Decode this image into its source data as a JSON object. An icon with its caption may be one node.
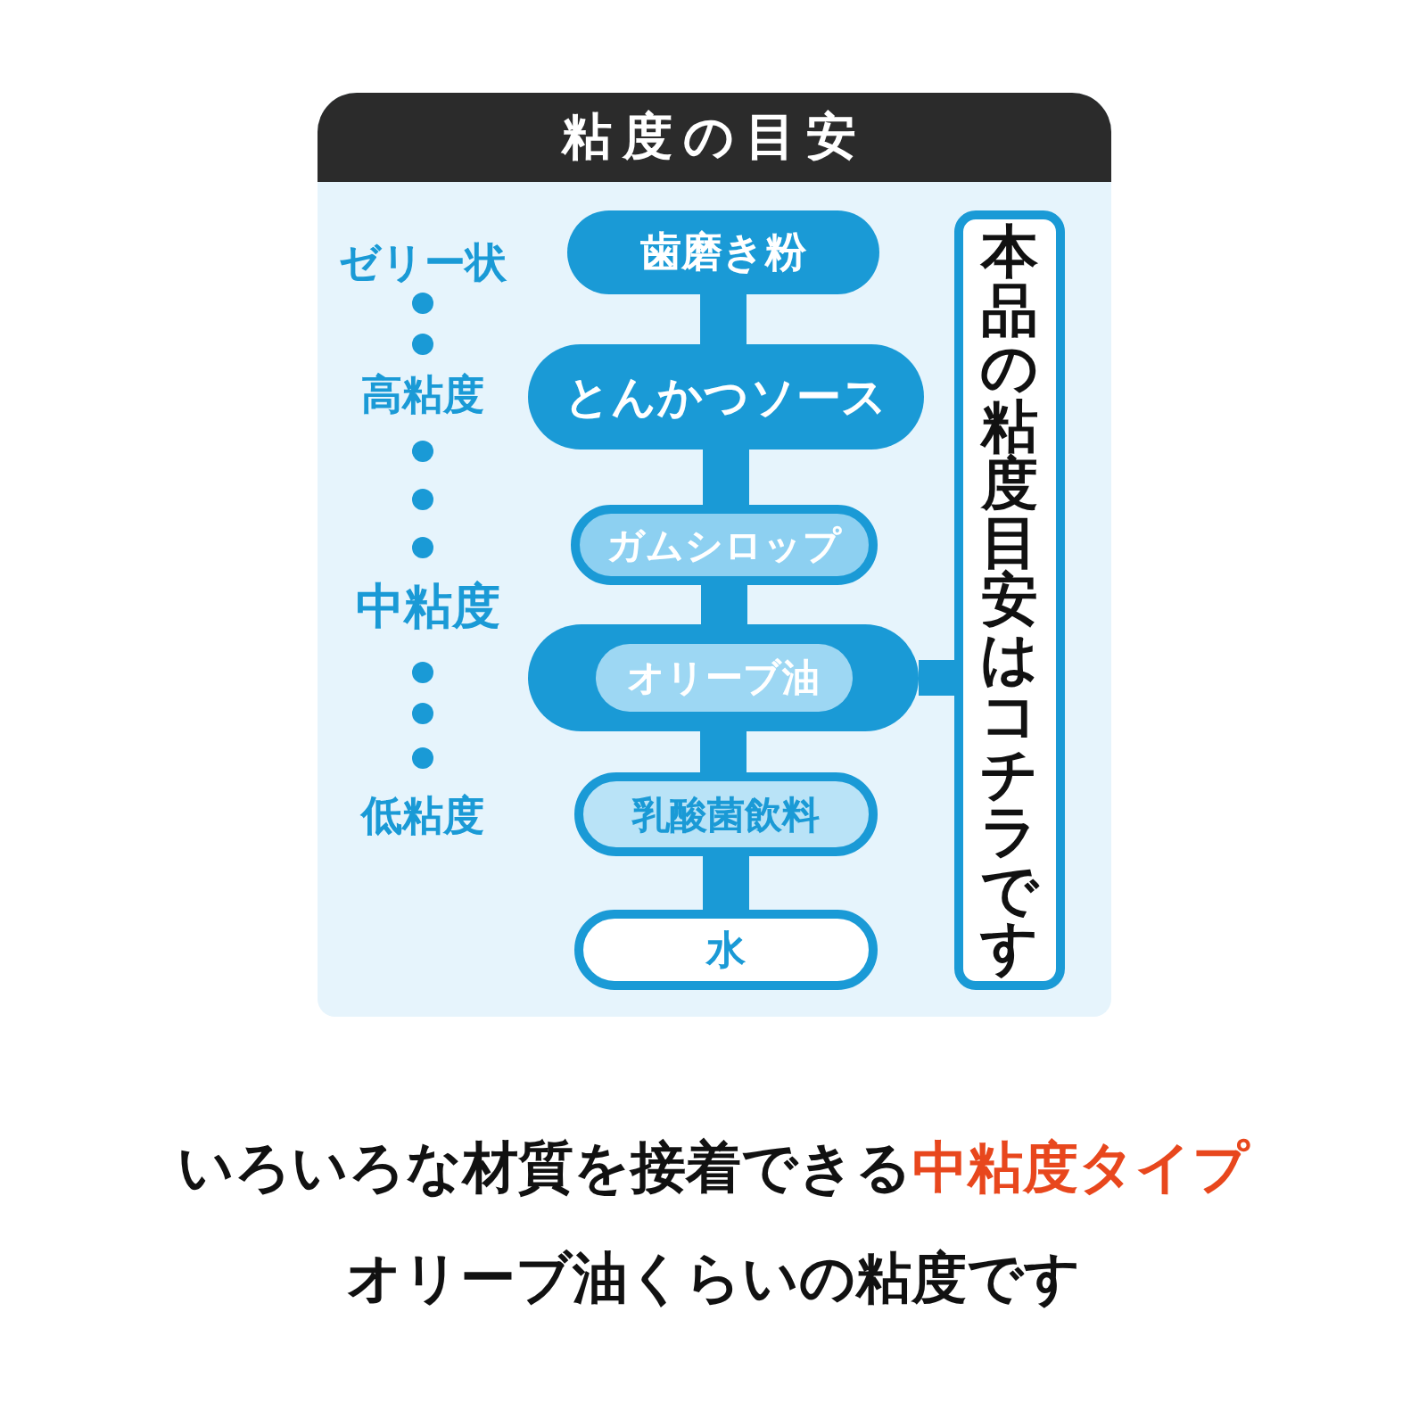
{
  "diagram": {
    "nodes": [
      {
        "text": [
          "粘度の目安"
        ]
      },
      {
        "text": [
          "歯磨き粉"
        ],
        "in": 0
      },
      {
        "text": [
          "とんかつソース"
        ],
        "in": 0
      },
      {
        "text": [
          "ガムシロップ"
        ],
        "in": 0
      },
      {
        "text": [
          "オリーブ油"
        ],
        "in": 0
      },
      {
        "text": [
          "乳酸菌飲料"
        ],
        "in": 0
      },
      {
        "text": [
          "水"
        ],
        "in": 0
      },
      {
        "text": [
          "本品の粘度目安はコチラです"
        ],
        "in": 0
      }
    ],
    "edges": [
      {
        "from": 1,
        "to": 2,
        "arrow": "none"
      },
      {
        "from": 2,
        "to": 3,
        "arrow": "none"
      },
      {
        "from": 3,
        "to": 4,
        "arrow": "none"
      },
      {
        "from": 4,
        "to": 5,
        "arrow": "none"
      },
      {
        "from": 5,
        "to": 6,
        "arrow": "none"
      },
      {
        "from": 4,
        "to": 7,
        "arrow": "none"
      }
    ],
    "labels": [
      "ゼリー状",
      "高粘度",
      "中粘度",
      "低粘度",
      "いろいろな材質を接着できる",
      "中粘度タイプ",
      "オリーブ油くらいの粘度です"
    ]
  }
}
